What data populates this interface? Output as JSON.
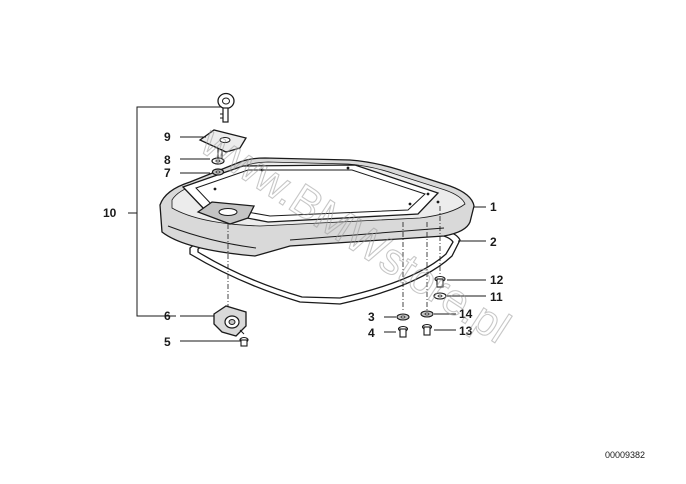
{
  "diagram": {
    "reference_code": "00009382",
    "watermark": "www.BMWstore.pl",
    "callouts": {
      "c1": "1",
      "c2": "2",
      "c3": "3",
      "c4": "4",
      "c5": "5",
      "c6": "6",
      "c7": "7",
      "c8": "8",
      "c9": "9",
      "c10": "10",
      "c11": "11",
      "c12": "12",
      "c13": "13",
      "c14": "14"
    },
    "colors": {
      "line": "#1a1a1a",
      "shade": "#d9d9d9",
      "background": "#ffffff",
      "watermark": "#9a9a9a"
    }
  }
}
